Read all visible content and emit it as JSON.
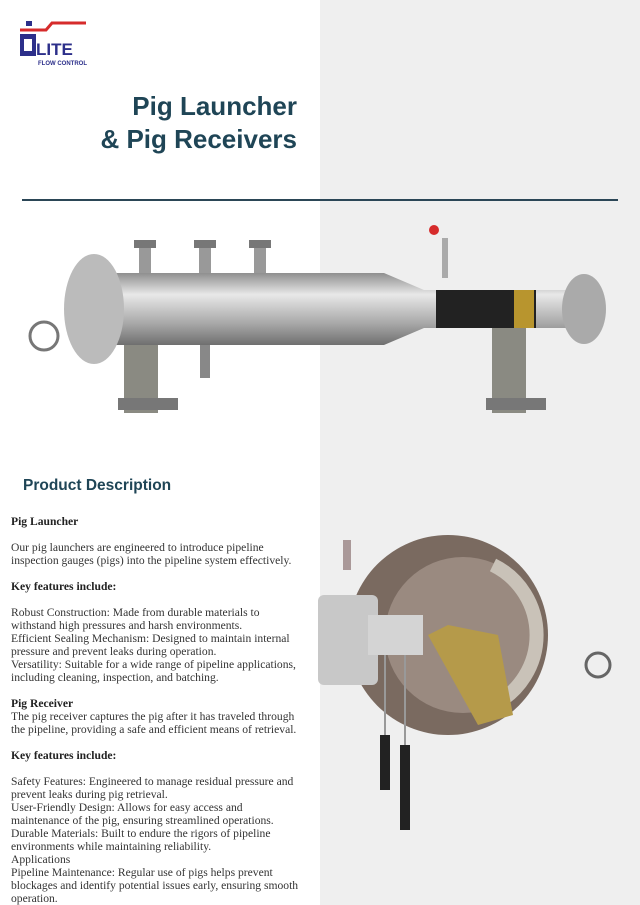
{
  "logo": {
    "text": "ELITE",
    "subtext": "FLOW CONTROL",
    "colors": {
      "blue": "#2c2f8a",
      "red": "#d62b2b"
    }
  },
  "title": {
    "line1": "Pig Launcher",
    "line2": "& Pig Receivers",
    "color": "#1f4556"
  },
  "section_heading": "Product Description",
  "launcher": {
    "heading": "Pig Launcher",
    "intro": [
      "Our pig launchers are engineered to introduce pipeline",
      "inspection gauges (pigs) into the pipeline system effectively."
    ],
    "features_heading": "Key features include:",
    "features": [
      "Robust Construction: Made from durable materials to",
      "withstand high pressures and harsh environments.",
      "Efficient Sealing Mechanism: Designed to maintain internal",
      "pressure and prevent leaks during operation.",
      "Versatility: Suitable for a wide range of pipeline applications,",
      "including cleaning, inspection, and batching."
    ]
  },
  "receiver": {
    "heading": "Pig Receiver",
    "intro": [
      "The pig receiver captures the pig after it has traveled through",
      "the pipeline, providing a safe and efficient means of retrieval."
    ],
    "features_heading": "Key features include:",
    "features": [
      "Safety Features: Engineered to manage residual pressure and",
      "prevent leaks during pig retrieval.",
      "User-Friendly Design: Allows for easy access and",
      "maintenance of the pig, ensuring streamlined operations.",
      "Durable Materials: Built to endure the rigors of pipeline",
      "environments while maintaining reliability.",
      "Applications",
      "Pipeline Maintenance: Regular use of pigs helps prevent",
      "blockages and identify potential issues early, ensuring smooth",
      "operation."
    ]
  }
}
